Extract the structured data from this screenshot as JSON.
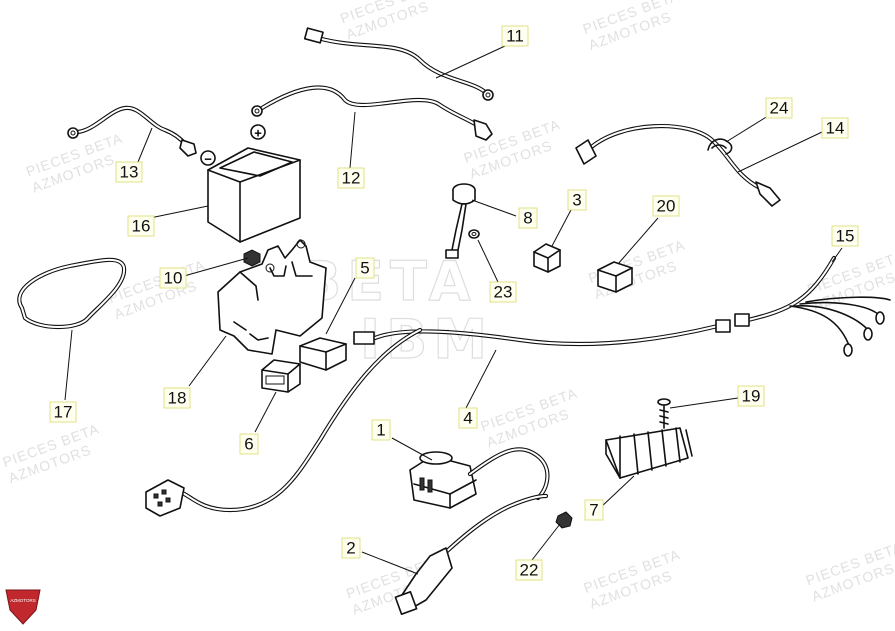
{
  "watermark": {
    "line1": "PIECES BETA",
    "line2": "AZMOTORS",
    "logo_text": "AZMOTORS"
  },
  "callouts": [
    {
      "id": "1",
      "text": "1"
    },
    {
      "id": "2",
      "text": "2"
    },
    {
      "id": "3",
      "text": "3"
    },
    {
      "id": "4",
      "text": "4"
    },
    {
      "id": "5",
      "text": "5"
    },
    {
      "id": "6",
      "text": "6"
    },
    {
      "id": "7",
      "text": "7"
    },
    {
      "id": "8",
      "text": "8"
    },
    {
      "id": "10",
      "text": "10"
    },
    {
      "id": "11",
      "text": "11"
    },
    {
      "id": "12",
      "text": "12"
    },
    {
      "id": "13",
      "text": "13"
    },
    {
      "id": "14",
      "text": "14"
    },
    {
      "id": "15",
      "text": "15"
    },
    {
      "id": "16",
      "text": "16"
    },
    {
      "id": "17",
      "text": "17"
    },
    {
      "id": "18",
      "text": "18"
    },
    {
      "id": "19",
      "text": "19"
    },
    {
      "id": "20",
      "text": "20"
    },
    {
      "id": "22",
      "text": "22"
    },
    {
      "id": "23",
      "text": "23"
    },
    {
      "id": "24",
      "text": "24"
    }
  ],
  "colors": {
    "line": "#111111",
    "label_background": "#fffff0",
    "watermark": "#c8c8c8",
    "logo": "#c0282d"
  }
}
